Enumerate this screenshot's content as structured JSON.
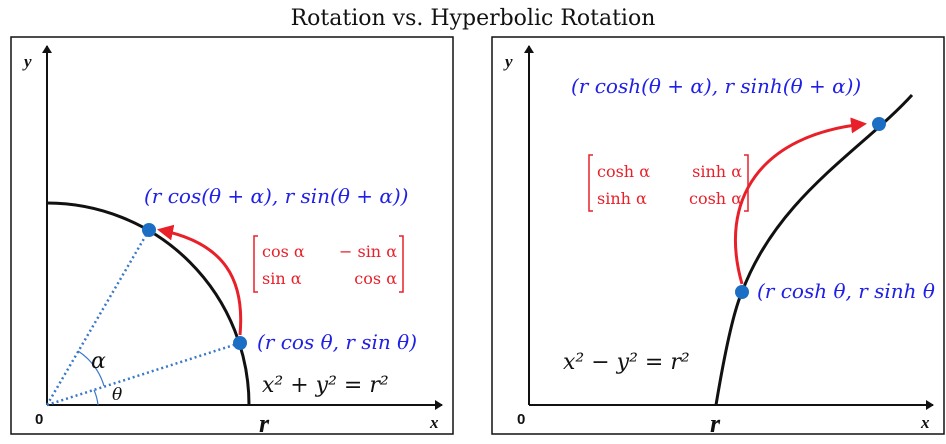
{
  "title": "Rotation vs. Hyperbolic Rotation",
  "left_panel": {
    "y_axis_label": "y",
    "x_axis_label": "x",
    "origin_label": "0",
    "r_label": "r",
    "start_point_label": "(r cos θ, r sin θ)",
    "end_point_label": "(r cos(θ + α), r sin(θ + α))",
    "curve_equation": "x² + y² = r²",
    "angle_alpha": "α",
    "angle_theta": "θ",
    "matrix": {
      "row1_col1": "cos α",
      "row1_col2": "− sin α",
      "row2_col1": "sin α",
      "row2_col2": "cos α"
    }
  },
  "right_panel": {
    "y_axis_label": "y",
    "x_axis_label": "x",
    "origin_label": "0",
    "r_label": "r",
    "start_point_label": "(r cosh θ, r sinh θ",
    "end_point_label": "(r cosh(θ + α), r sinh(θ + α))",
    "curve_equation": "x² − y² = r²",
    "matrix": {
      "row1_col1": "cosh α",
      "row1_col2": "sinh α",
      "row2_col1": "sinh α",
      "row2_col2": "cosh α"
    }
  },
  "colors": {
    "point": "#1a6fc4",
    "arrow": "#e8202a",
    "label_blue": "#1f1fe6",
    "dotted": "#3a78c9",
    "axis": "#111111"
  }
}
